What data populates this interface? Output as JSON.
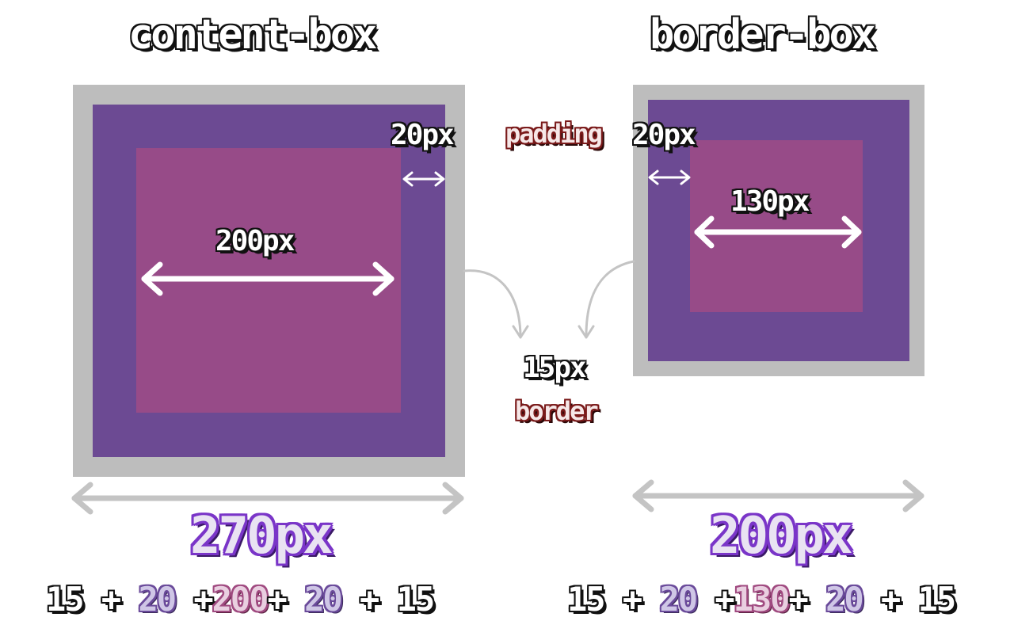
{
  "colors": {
    "border": "#bdbdbd",
    "padding": "#6c4a93",
    "content": "#974b88",
    "arrow_white": "#ffffff",
    "arrow_gray": "#c4c4c4",
    "label_red": "#7a1a1a",
    "total_purple": "#7a35c8"
  },
  "content_box": {
    "title": "content-box",
    "padding_label": "20px",
    "content_width_label": "200px",
    "total": "270px",
    "sum": {
      "a": "15",
      "p1": "+",
      "b": "20",
      "p2": "+",
      "c": "200",
      "p3": "+",
      "d": "20",
      "p4": "+",
      "e": "15"
    }
  },
  "border_box": {
    "title": "border-box",
    "padding_label": "20px",
    "content_width_label": "130px",
    "total": "200px",
    "sum": {
      "a": "15",
      "p1": "+",
      "b": "20",
      "p2": "+",
      "c": "130",
      "p3": "+",
      "d": "20",
      "p4": "+",
      "e": "15"
    }
  },
  "center": {
    "padding_word": "padding",
    "border_value": "15px",
    "border_word": "border"
  }
}
